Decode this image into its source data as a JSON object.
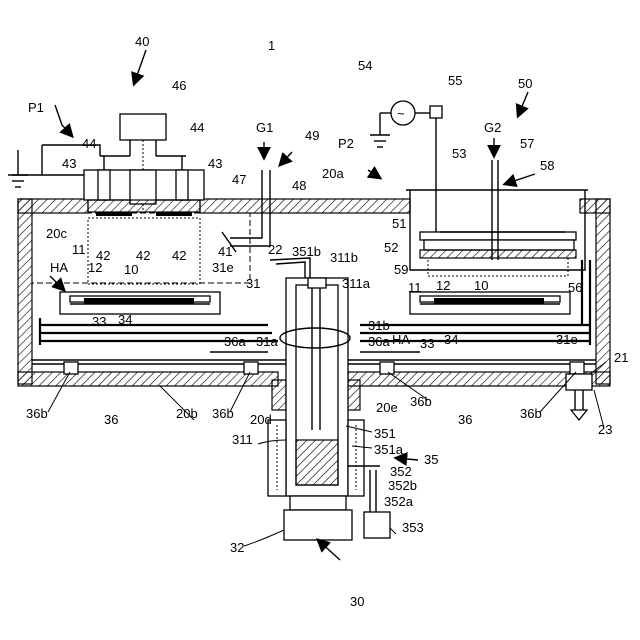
{
  "figure_number": "1",
  "labels": {
    "l40": "40",
    "l1": "1",
    "l46": "46",
    "l54": "54",
    "l55": "55",
    "l50": "50",
    "lP1": "P1",
    "l44a": "44",
    "l44b": "44",
    "lG1": "G1",
    "l49": "49",
    "lP2": "P2",
    "lG2": "G2",
    "l57": "57",
    "l58": "58",
    "l53": "53",
    "l43a": "43",
    "l43b": "43",
    "l47": "47",
    "l48": "48",
    "l20a": "20a",
    "l20c": "20c",
    "l42a": "42",
    "l42b": "42",
    "l42c": "42",
    "l41": "41",
    "l22": "22",
    "l351b": "351b",
    "l311b": "311b",
    "l51": "51",
    "l52": "52",
    "l11a": "11",
    "lHAa": "HA",
    "l12a": "12",
    "l10a": "10",
    "l31e_a": "31e",
    "l31a_top": "31",
    "l311a": "311a",
    "l59": "59",
    "l11b": "11",
    "l12b": "12",
    "l10b": "10",
    "l56": "56",
    "l33a": "33",
    "l34a": "34",
    "l31b": "31b",
    "lHAb": "HA",
    "l33b": "33",
    "l34b": "34",
    "l31e_b": "31e",
    "l36a_l": "36a",
    "l31a": "31a",
    "l36a_r": "36a",
    "l21": "21",
    "l36b_1": "36b",
    "l36_l": "36",
    "l20b": "20b",
    "l36b_2": "36b",
    "l20d": "20d",
    "l20e": "20e",
    "l36b_3": "36b",
    "l36_r": "36",
    "l36b_4": "36b",
    "l23": "23",
    "l311": "311",
    "l351": "351",
    "l351a": "351a",
    "l35": "35",
    "l352": "352",
    "l352b": "352b",
    "l352a": "352a",
    "l353": "353",
    "l32": "32",
    "l30": "30"
  },
  "symbols": {
    "ac_source": "~",
    "icons": [
      "ground-icon",
      "arrow-icon",
      "ac-source-icon"
    ]
  }
}
